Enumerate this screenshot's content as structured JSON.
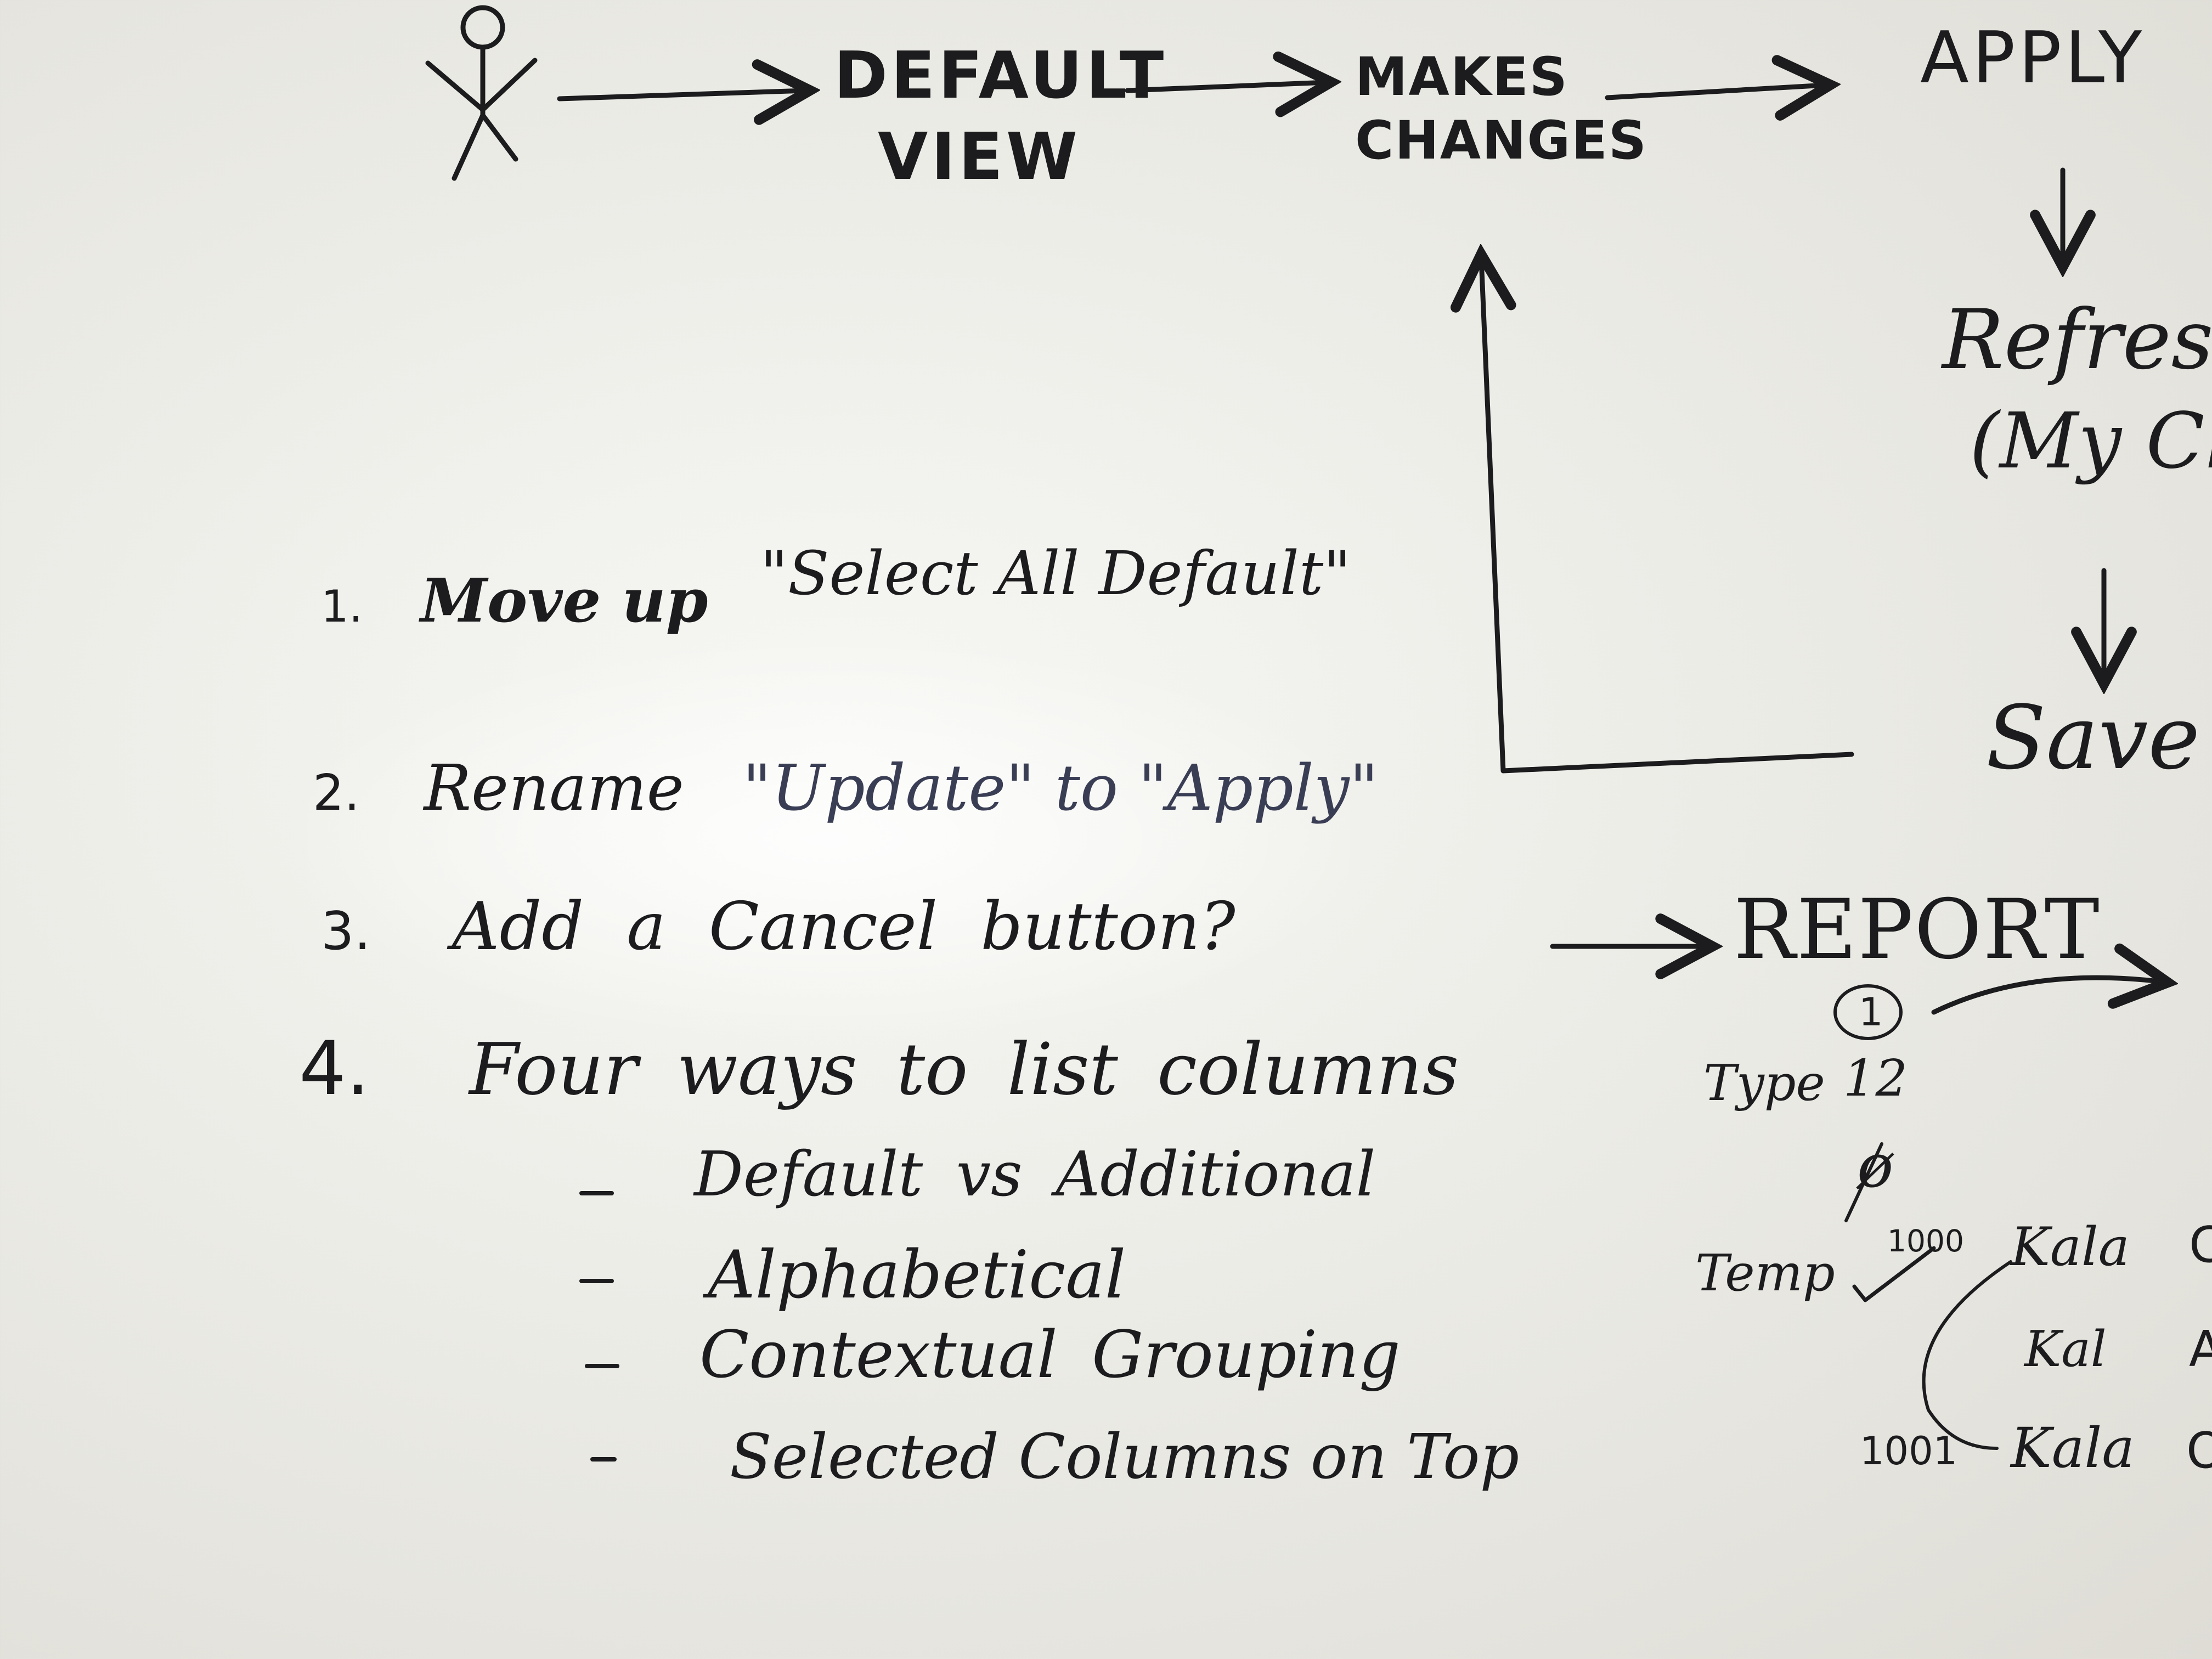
{
  "flow": {
    "default_line1": "DEFAULT",
    "default_line2": "VIEW",
    "changes_line1": "MAKES",
    "changes_line2": "CHANGES",
    "apply": "APPLY",
    "refresh": "Refresh",
    "my_changes": "(My Ch",
    "save": "Save"
  },
  "list": {
    "items": [
      {
        "num": "1.",
        "text": "Move up",
        "quote": "\"Select All Default\""
      },
      {
        "num": "2.",
        "text": "Rename",
        "quote": "\"Update\" to \"Apply\""
      },
      {
        "num": "3.",
        "text": "Add a Cancel button?",
        "quote": ""
      },
      {
        "num": "4.",
        "text": "Four ways to list columns",
        "quote": ""
      }
    ],
    "subitems": [
      "Default vs Additional",
      "Alphabetical",
      "Contextual Grouping",
      "Selected Columns on Top"
    ],
    "dash": "–"
  },
  "report": {
    "title": "REPORT",
    "circle_num": "1",
    "type_label": "Type",
    "type_value": "12",
    "null_symbol": "ø",
    "temp_label": "Temp",
    "temp_value_top": "1000",
    "temp_value_bottom": "1001",
    "kala1": "Kala",
    "kala2": "Kal",
    "kala3": "Kala",
    "col_glyph1": "C",
    "col_glyph2": "A",
    "col_glyph3": "O"
  }
}
